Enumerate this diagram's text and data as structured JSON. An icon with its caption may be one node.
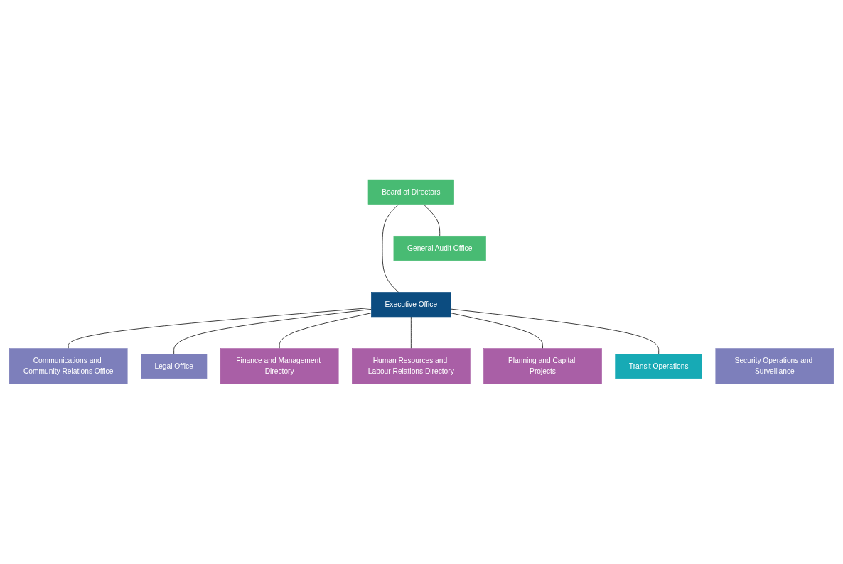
{
  "diagram": {
    "nodes": [
      {
        "text": [
          "Board of Directors"
        ]
      },
      {
        "text": [
          "General Audit Office"
        ]
      },
      {
        "text": [
          "Executive Office"
        ]
      },
      {
        "text": [
          "Communications and Community Relations Office"
        ]
      },
      {
        "text": [
          "Legal Office"
        ]
      },
      {
        "text": [
          "Security Operations and Surveillance"
        ]
      },
      {
        "text": [
          "Finance and Management Directory"
        ]
      },
      {
        "text": [
          "Human Resources and Labour Relations Directory"
        ]
      },
      {
        "text": [
          "Planning and Capital Projects"
        ]
      },
      {
        "text": [
          "Transit Operations"
        ]
      }
    ],
    "edges": [
      {
        "from": 0,
        "to": 1,
        "arrow": "none"
      },
      {
        "from": 0,
        "to": 2,
        "arrow": "none"
      },
      {
        "from": 2,
        "to": 3,
        "arrow": "none"
      },
      {
        "from": 2,
        "to": 4,
        "arrow": "none"
      },
      {
        "from": 2,
        "to": 6,
        "arrow": "none"
      },
      {
        "from": 2,
        "to": 7,
        "arrow": "none"
      },
      {
        "from": 2,
        "to": 8,
        "arrow": "none"
      },
      {
        "from": 2,
        "to": 9,
        "arrow": "none"
      }
    ]
  }
}
